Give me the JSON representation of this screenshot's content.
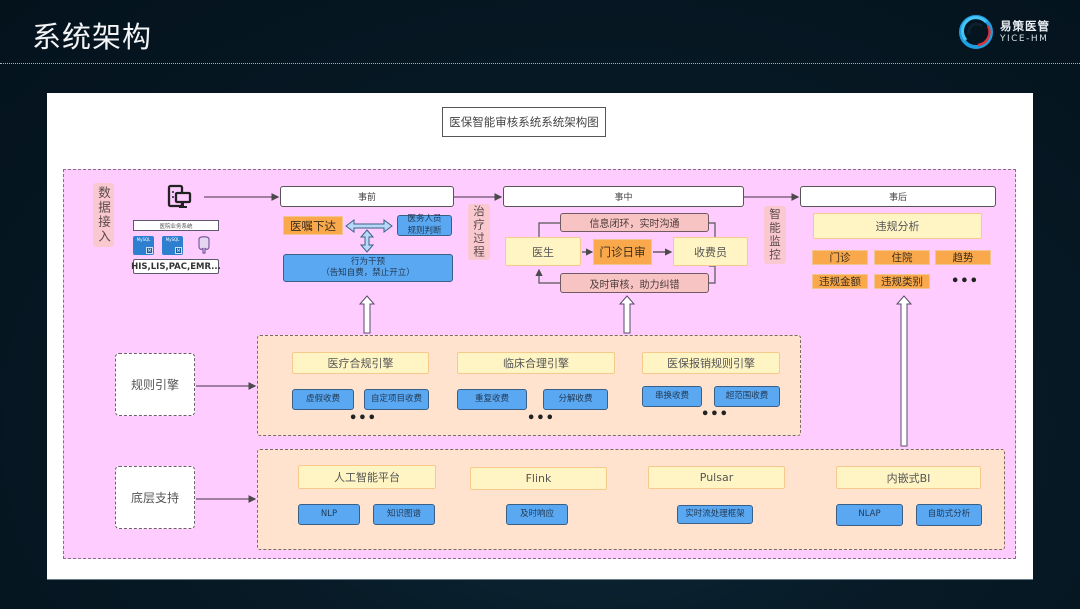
{
  "header": {
    "title": "系统架构",
    "logo": {
      "name_cn": "易策医管",
      "name_en": "YICE-HM",
      "icon": "swirl-logo-icon"
    }
  },
  "diagram": {
    "title": "医保智能审核系统系统架构图",
    "data_access": {
      "label": "数据接入",
      "icon": "computer-terminal-icon",
      "system_label": "医院业务系统",
      "db_icons": [
        "mysql-icon",
        "mysql-icon",
        "postgresql-icon"
      ],
      "db_text": "MySQL",
      "db_badge": "M",
      "sources_label": "HIS,LIS,PAC,EMR..."
    },
    "phases": [
      {
        "label": "事前"
      },
      {
        "label": "事中"
      },
      {
        "label": "事后"
      }
    ],
    "pre": {
      "order": "医嘱下达",
      "staff_judgment": [
        "医务人员",
        "规则判断"
      ],
      "intervention": [
        "行为干预",
        "（告知自费，禁止开立）"
      ]
    },
    "treatment_label": "治疗过程",
    "mid": {
      "top_loop": "信息闭环，实时沟通",
      "doctor": "医生",
      "daily_review": "门诊日审",
      "cashier": "收费员",
      "bottom_loop": "及时审核，助力纠错"
    },
    "monitor_label": "智能监控",
    "post": {
      "analysis": "违规分析",
      "items": [
        "门诊",
        "住院",
        "趋势",
        "违规金额",
        "违规类别"
      ],
      "more": "•••"
    },
    "rule_engine": {
      "label": "规则引擎",
      "engines": [
        {
          "name": "医疗合规引擎",
          "rules": [
            "虚假收费",
            "自定项目收费"
          ],
          "more": "•••"
        },
        {
          "name": "临床合理引擎",
          "rules": [
            "重复收费",
            "分解收费"
          ],
          "more": "•••"
        },
        {
          "name": "医保报销规则引擎",
          "rules": [
            "串换收费",
            "超范围收费"
          ],
          "more": "•••"
        }
      ]
    },
    "infrastructure": {
      "label": "底层支持",
      "platforms": [
        {
          "name": "人工智能平台",
          "items": [
            "NLP",
            "知识图谱"
          ]
        },
        {
          "name": "Flink",
          "items": [
            "及时响应"
          ]
        },
        {
          "name": "Pulsar",
          "items": [
            "实时流处理框架"
          ]
        },
        {
          "name": "内嵌式BI",
          "items": [
            "NLAP",
            "自助式分析"
          ]
        }
      ]
    },
    "colors": {
      "outer_bg": "#ffccff",
      "group_bg": "#ffe3cf",
      "orange": "#f9a94b",
      "blue": "#5aa8f2",
      "yellow": "#fff5c4",
      "pink": "#f7c3c3"
    }
  }
}
